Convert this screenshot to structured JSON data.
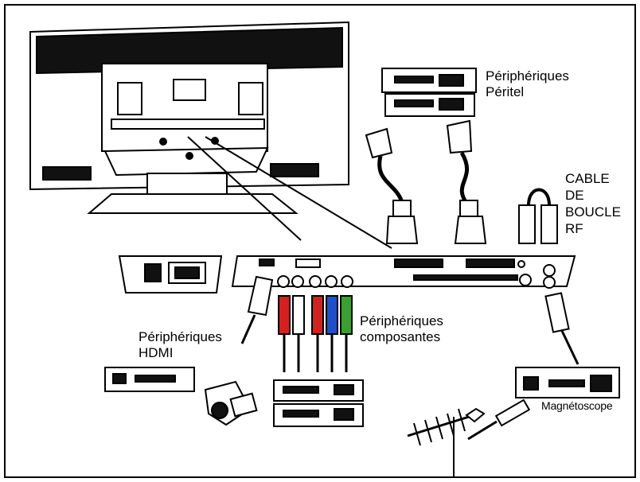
{
  "labels": {
    "peripheriques_peritel": [
      "Périphériques",
      "Péritel"
    ],
    "cable_boucle_rf": [
      "CABLE",
      "DE",
      "BOUCLE",
      "RF"
    ],
    "peripheriques_composantes": [
      "Périphériques",
      "composantes"
    ],
    "peripheriques_hdmi": [
      "Périphériques",
      "HDMI"
    ],
    "magnetoscope": "Magnétoscope"
  },
  "colors": {
    "line": "#000000",
    "background": "#ffffff",
    "plug_red": "#d42020",
    "plug_white": "#ffffff",
    "plug_blue": "#2050c8",
    "plug_green": "#3aa030"
  },
  "component_plugs": [
    "red",
    "white",
    "red",
    "blue",
    "green"
  ]
}
